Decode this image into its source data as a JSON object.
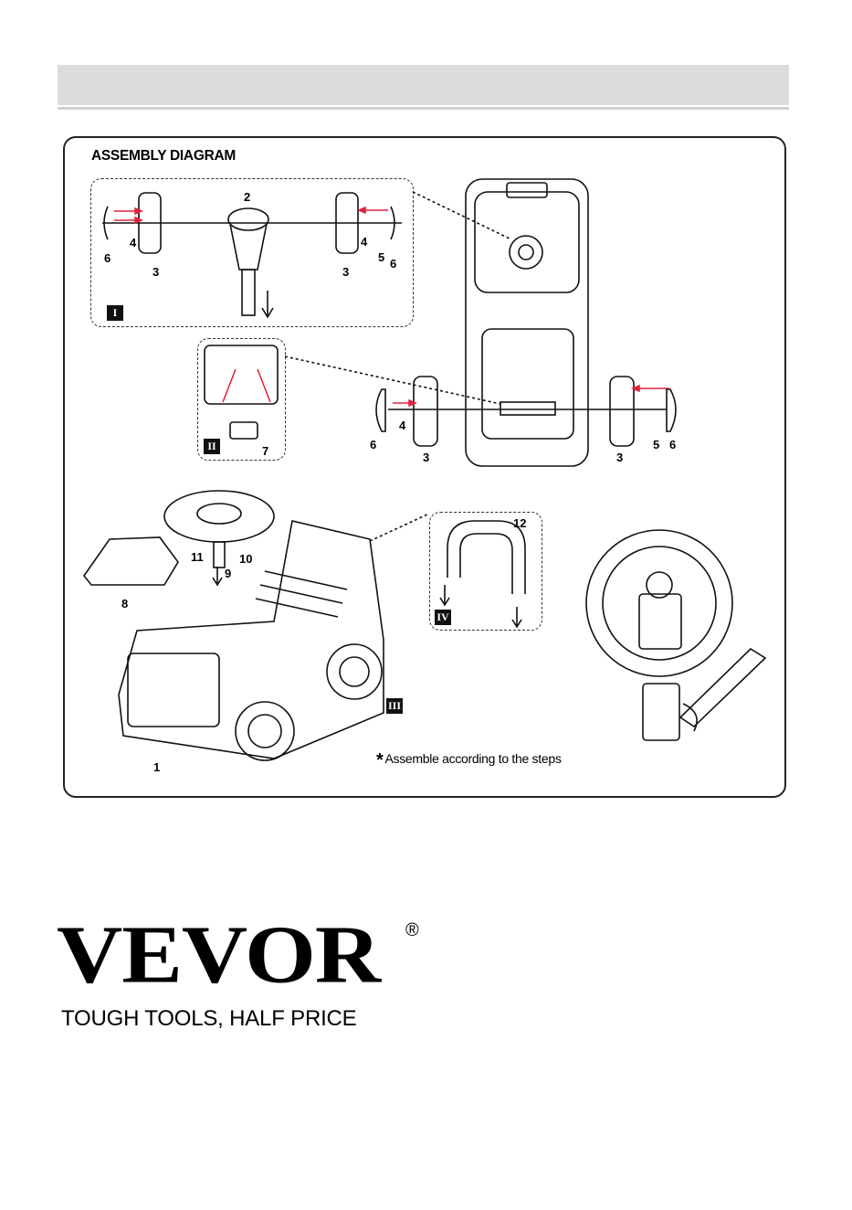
{
  "diagram": {
    "title": "ASSEMBLY DIAGRAM",
    "note": "Assemble according to the steps",
    "note_symbol": "*",
    "steps": [
      "I",
      "II",
      "III",
      "IV"
    ],
    "part_numbers": [
      "1",
      "2",
      "3",
      "3",
      "3",
      "3",
      "4",
      "4",
      "4",
      "5",
      "5",
      "6",
      "6",
      "6",
      "6",
      "7",
      "8",
      "9",
      "10",
      "11",
      "12"
    ]
  },
  "brand": {
    "logo_text": "VEVOR",
    "registered": "®",
    "tagline": "TOUGH TOOLS, HALF PRICE"
  },
  "colors": {
    "header_bar": "#dcdcdc",
    "line_art": "#111111",
    "arrow_red": "#e0203a"
  }
}
